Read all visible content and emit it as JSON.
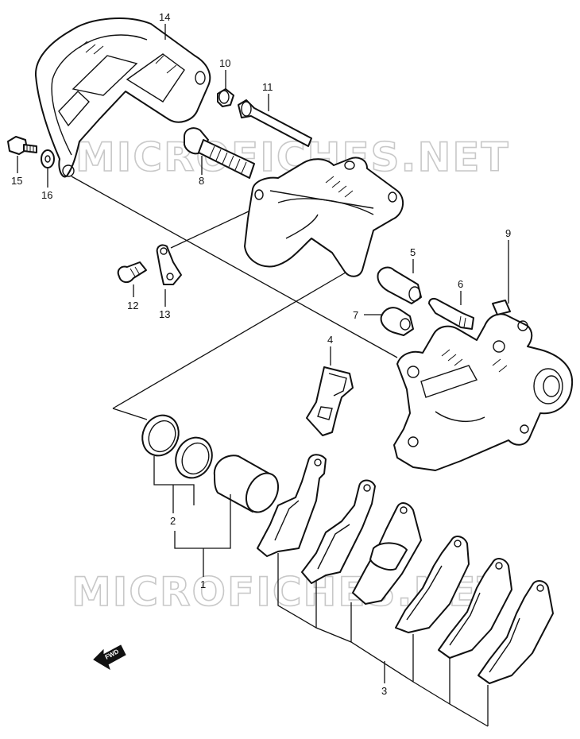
{
  "diagram": {
    "watermarks": [
      "MICROFICHES.NET",
      "MICROFICHES.NET"
    ],
    "fwd_label": "FWD",
    "callouts": [
      "1",
      "2",
      "3",
      "4",
      "5",
      "6",
      "7",
      "8",
      "9",
      "10",
      "11",
      "12",
      "13",
      "14",
      "15",
      "16"
    ],
    "line_color": "#111111",
    "watermark_color": "#c8c8c8"
  }
}
